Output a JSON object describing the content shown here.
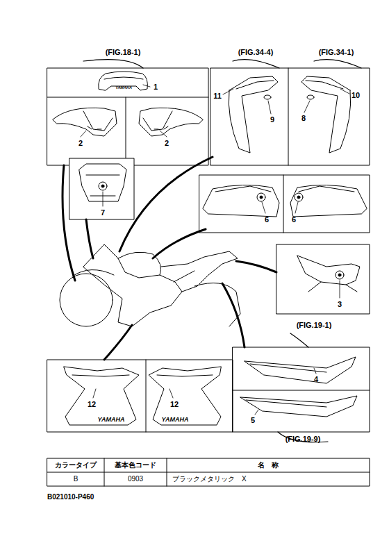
{
  "diagram": {
    "labels": [
      "(FIG.18-1)",
      "YAMAHA",
      "1",
      "2",
      "2",
      "(FIG.34-4)",
      "(FIG.34-1)",
      "11",
      "9",
      "10",
      "8",
      "7",
      "6",
      "6",
      "3",
      "(FIG.19-1)",
      "4",
      "5",
      "(FIG.19-9)",
      "12",
      "YAMAHA",
      "12",
      "YAMAHA",
      "カラータイプ",
      "基本色コード",
      "名　称",
      "B",
      "0903",
      "ブラックメタリック　X",
      "B021010-P460"
    ]
  }
}
